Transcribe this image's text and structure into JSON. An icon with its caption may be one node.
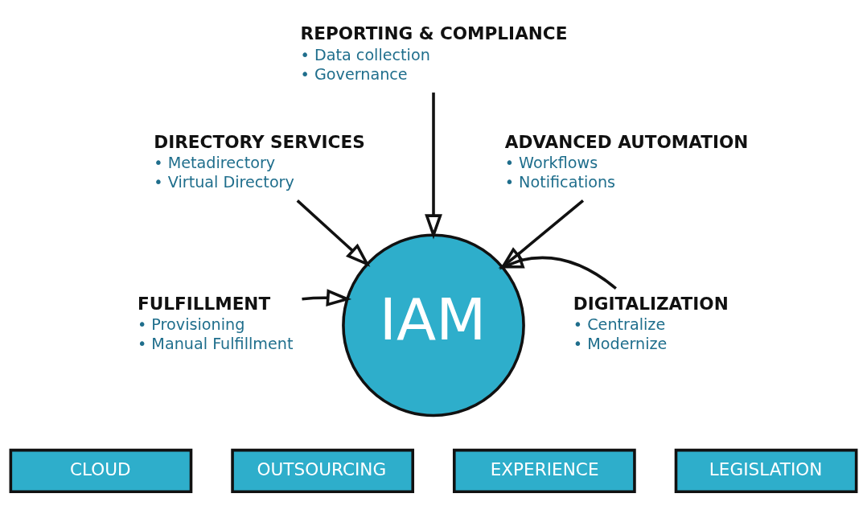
{
  "diagram": {
    "nodes": [
      {
        "text": [
          "IAM"
        ]
      },
      {
        "text": [
          "DIRECTORY SERVICES",
          "• Metadirectory",
          "• Virtual Directory"
        ]
      },
      {
        "text": [
          "REPORTING & COMPLIANCE",
          "• Data collection",
          "• Governance"
        ]
      },
      {
        "text": [
          "ADVANCED AUTOMATION",
          "• Workflows",
          "• Notifications"
        ]
      },
      {
        "text": [
          "FULFILLMENT",
          "• Provisioning",
          "• Manual Fulfillment"
        ]
      },
      {
        "text": [
          "DIGITALIZATION",
          "• Centralize",
          "• Modernize"
        ]
      },
      {
        "text": [
          "CLOUD"
        ]
      },
      {
        "text": [
          "OUTSOURCING"
        ]
      },
      {
        "text": [
          "EXPERIENCE"
        ]
      },
      {
        "text": [
          "LEGISLATION"
        ]
      }
    ],
    "edges": [
      {
        "from": 1,
        "to": 0,
        "arrow": "to"
      },
      {
        "from": 2,
        "to": 0,
        "arrow": "to"
      },
      {
        "from": 3,
        "to": 0,
        "arrow": "to"
      },
      {
        "from": 4,
        "to": 0,
        "arrow": "to"
      },
      {
        "from": 5,
        "to": 0,
        "arrow": "to"
      }
    ]
  }
}
